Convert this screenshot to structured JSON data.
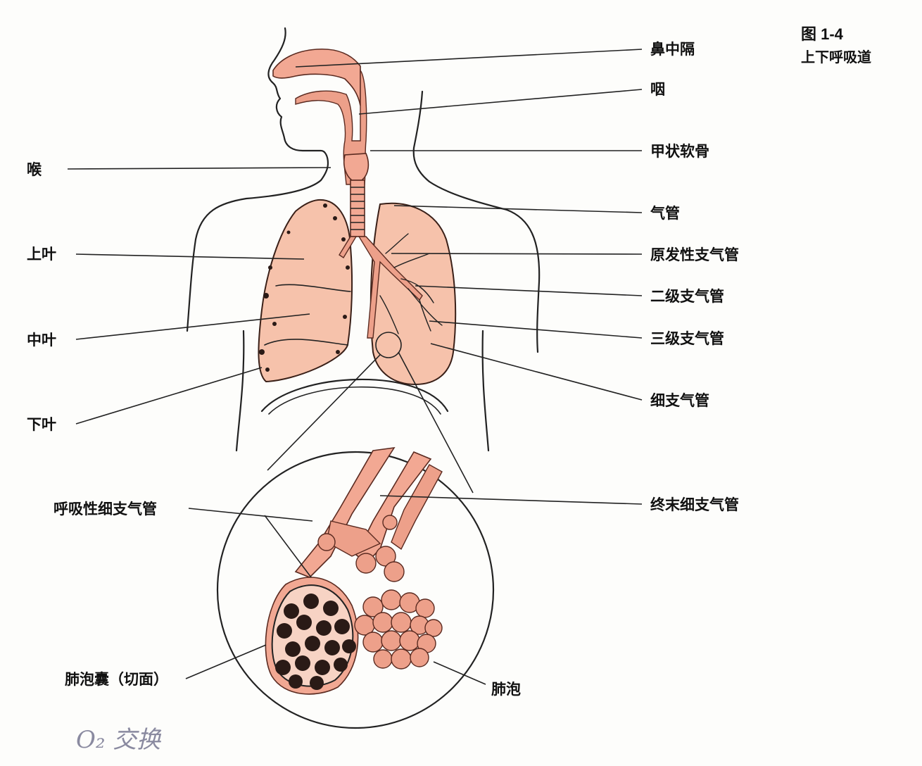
{
  "figure": {
    "number": "图 1-4",
    "caption": "上下呼吸道"
  },
  "labels": {
    "nasal_septum": "鼻中隔",
    "pharynx": "咽",
    "thyroid_cartilage": "甲状软骨",
    "larynx": "喉",
    "trachea": "气管",
    "upper_lobe": "上叶",
    "primary_bronchus": "原发性支气管",
    "secondary_bronchus": "二级支气管",
    "middle_lobe": "中叶",
    "tertiary_bronchus": "三级支气管",
    "lower_lobe": "下叶",
    "bronchiole": "细支气管",
    "respiratory_bronchiole": "呼吸性细支气管",
    "terminal_bronchiole": "终末细支气管",
    "alveolar_sac": "肺泡囊（切面）",
    "alveoli": "肺泡"
  },
  "handwriting": "O₂ 交换",
  "colors": {
    "airway": "#f2a893",
    "lung": "#f6c2ab",
    "outline": "#222222"
  }
}
